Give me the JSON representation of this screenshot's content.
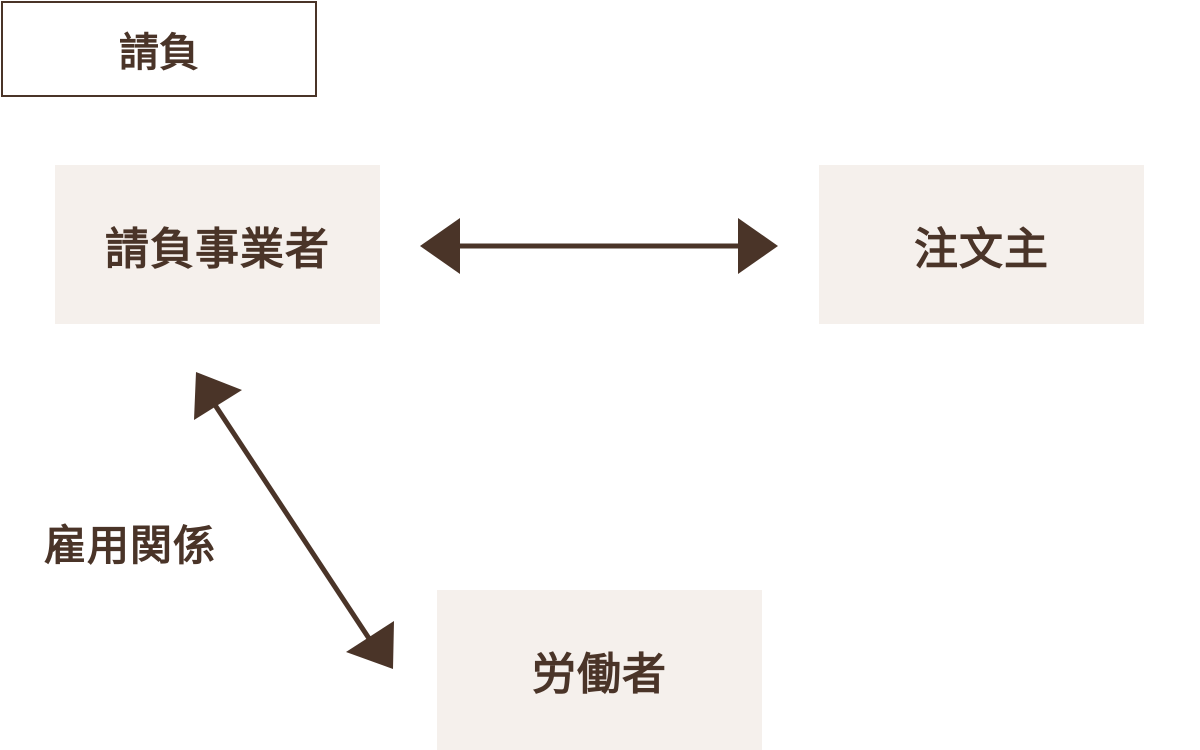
{
  "title": "請負",
  "nodes": {
    "contractor": "請負事業者",
    "client": "注文主",
    "worker": "労働者"
  },
  "edges": {
    "employment_label": "雇用関係"
  },
  "colors": {
    "text": "#4a3428",
    "node_fill": "#f5f0ec",
    "arrow": "#4a3428"
  }
}
